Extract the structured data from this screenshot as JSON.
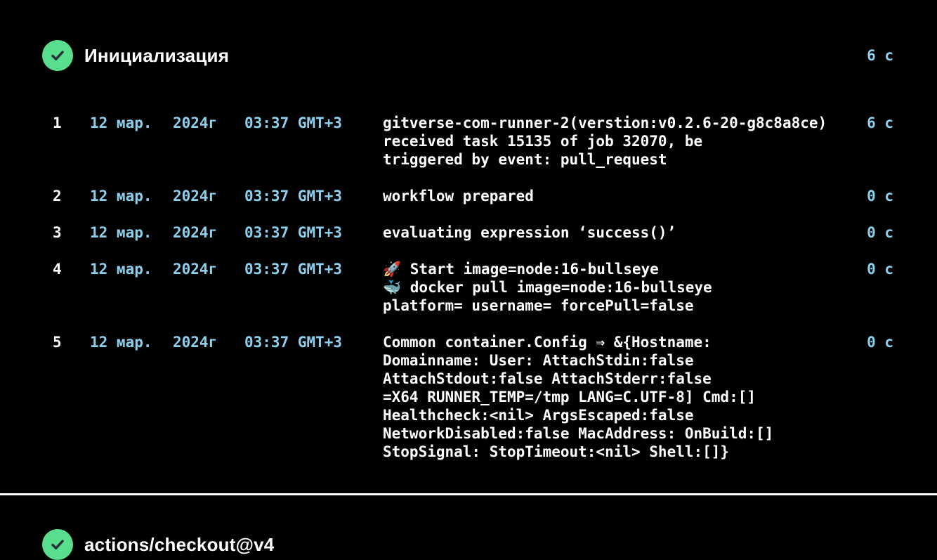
{
  "colors": {
    "background": "#000000",
    "accent_blue": "#8CD0EC",
    "success_green": "#58DE8C",
    "check_dark": "#2B313C",
    "text": "#FFFFFF"
  },
  "steps": [
    {
      "title": "Инициализация",
      "duration": "6 с",
      "status": "success"
    },
    {
      "title": "actions/checkout@v4",
      "status": "success"
    }
  ],
  "log": {
    "entries": [
      {
        "num": "1",
        "date": "12 мар.",
        "year": "2024г",
        "time": "03:37 GMT+3",
        "message": "gitverse-com-runner-2(verstion:v0.2.6-20-g8c8a8ce)\nreceived task 15135 of job 32070, be\ntriggered by event: pull_request",
        "duration": "6 с"
      },
      {
        "num": "2",
        "date": "12 мар.",
        "year": "2024г",
        "time": "03:37 GMT+3",
        "message": "workflow prepared",
        "duration": "0 с"
      },
      {
        "num": "3",
        "date": "12 мар.",
        "year": "2024г",
        "time": "03:37 GMT+3",
        "message": "evaluating expression ‘success()’",
        "duration": "0 с"
      },
      {
        "num": "4",
        "date": "12 мар.",
        "year": "2024г",
        "time": "03:37 GMT+3",
        "message": "🚀 Start image=node:16-bullseye\n🐳 docker pull image=node:16-bullseye\nplatform= username= forcePull=false",
        "duration": "0 с"
      },
      {
        "num": "5",
        "date": "12 мар.",
        "year": "2024г",
        "time": "03:37 GMT+3",
        "message": "Common container.Config ⇒ &{Hostname:\nDomainname: User: AttachStdin:false\nAttachStdout:false AttachStderr:false\n=X64 RUNNER_TEMP=/tmp LANG=C.UTF-8] Cmd:[]\nHealthcheck:<nil> ArgsEscaped:false\nNetworkDisabled:false MacAddress: OnBuild:[]\nStopSignal: StopTimeout:<nil> Shell:[]}",
        "duration": "0 с"
      }
    ]
  }
}
